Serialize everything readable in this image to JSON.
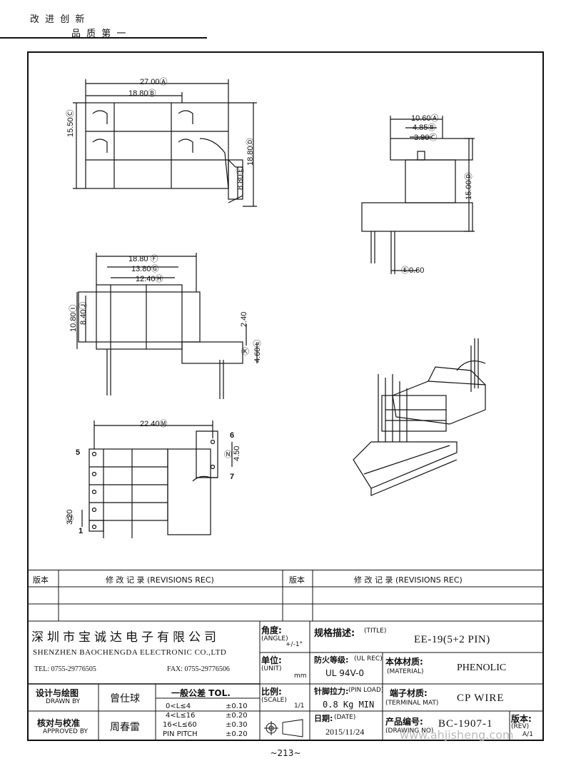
{
  "header": {
    "slogan_line1": "改 进 创 新",
    "slogan_line2": "品 质 第 一"
  },
  "dimensions": {
    "front_width_total": "27.00Ⓐ",
    "front_width_inner": "18.80Ⓑ",
    "front_height_left": "15.50Ⓒ",
    "front_height_right": "18.80Ⓓ",
    "front_height_small": "8.80Ⓔ",
    "side_width_top": "10.60Ⓐ",
    "side_width_mid": "4.85Ⓑ",
    "side_width_inner": "3.90Ⓒ",
    "side_height": "15.00Ⓓ",
    "pin_dia": "Ⓔ0.60",
    "view3_w1": "18.80 Ⓕ",
    "view3_w2": "13.80Ⓖ",
    "view3_w3": "12.40Ⓗ",
    "view3_h1": "10.80Ⓘ",
    "view3_h2": "8.40Ⓙ",
    "view3_r1": "2.40",
    "view3_r2": "Ⓚ",
    "view3_r3": "4.60Ⓛ",
    "view4_w": "22.40Ⓜ",
    "view4_pitch": "4.50",
    "view4_pin_n": "Ⓝ",
    "view4_left": "3.20",
    "view4_left_n": "Ⓞ",
    "pin5": "5",
    "pin6": "6",
    "pin7": "7",
    "pin1": "1"
  },
  "revisions": {
    "col_ver": "版本",
    "col_rec": "修 改 记 录 (REVISIONS REC)"
  },
  "title_block": {
    "company_cn": "深圳市宝诚达电子有限公司",
    "company_en": "SHENZHEN BAOCHENGDA ELECTRONIC CO.,LTD",
    "tel": "TEL: 0755-29776505",
    "fax": "FAX: 0755-29776506",
    "angle_label": "角度:",
    "angle_en": "(ANGLE)",
    "angle_val": "+/-1°",
    "title_label": "规格描述:",
    "title_en": "(TITLE)",
    "title_val": "EE-19(5+2 PIN)",
    "unit_label": "单位:",
    "unit_en": "(UNIT)",
    "unit_val": "mm",
    "ul_label": "防火等级:",
    "ul_en": "(UL REC)",
    "ul_val": "UL 94V-0",
    "mat_label": "本体材质:",
    "mat_en": "(MATERIAL)",
    "mat_val": "PHENOLIC",
    "design_label": "设计与绘图",
    "design_en": "DRAWN BY",
    "design_val": "曾仕球",
    "tol_label": "一般公差 TOL.",
    "tol_rows": [
      [
        "0<L≤4",
        "±0.10"
      ],
      [
        "4<L≤16",
        "±0.20"
      ],
      [
        "16<L≤60",
        "±0.30"
      ],
      [
        "PIN PITCH",
        "±0.20"
      ]
    ],
    "scale_label": "比例:",
    "scale_en": "(SCALE)",
    "scale_val": "1/1",
    "pin_load_label": "针脚拉力:",
    "pin_load_en": "(PIN LOAD)",
    "pin_load_val": "0.8 Kg MIN",
    "term_label": "端子材质:",
    "term_en": "(TERMINAL MAT)",
    "term_val": "CP WIRE",
    "approve_label": "核对与校准",
    "approve_en": "APPROVED BY",
    "approve_val": "周春雷",
    "date_label": "日期:",
    "date_en": "(DATE)",
    "date_val": "2015/11/24",
    "dwg_label": "产品编号:",
    "dwg_en": "(DRAWING NO)",
    "dwg_val": "BC-1907-1",
    "rev_label": "版本:",
    "rev_en": "(REV)",
    "rev_val": "A/1"
  },
  "watermark": "www.ahjisheng.com",
  "page_number": "~213~"
}
